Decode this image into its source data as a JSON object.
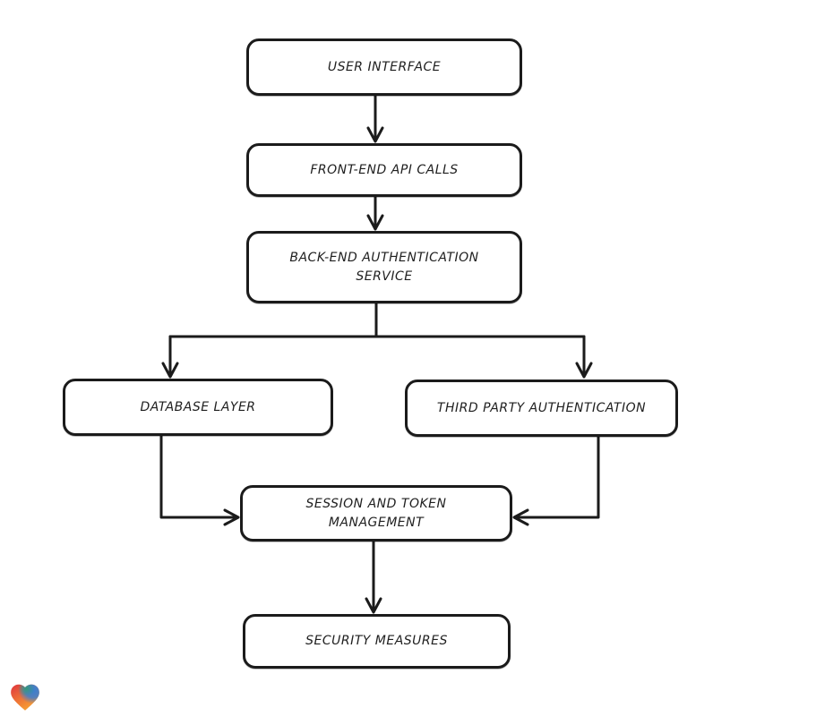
{
  "diagram": {
    "type": "flowchart",
    "direction": "top-down",
    "nodes": [
      {
        "id": "user-interface",
        "label": "USER INTERFACE"
      },
      {
        "id": "front-end-api-calls",
        "label": "FRONT-END API CALLS"
      },
      {
        "id": "back-end-authentication-service",
        "label": "BACK-END AUTHENTICATION SERVICE"
      },
      {
        "id": "database-layer",
        "label": "DATABASE LAYER"
      },
      {
        "id": "third-party-authentication",
        "label": "THIRD PARTY AUTHENTICATION"
      },
      {
        "id": "session-and-token-management",
        "label": "SESSION AND TOKEN MANAGEMENT"
      },
      {
        "id": "security-measures",
        "label": "SECURITY MEASURES"
      }
    ],
    "edges": [
      {
        "from": "user-interface",
        "to": "front-end-api-calls"
      },
      {
        "from": "front-end-api-calls",
        "to": "back-end-authentication-service"
      },
      {
        "from": "back-end-authentication-service",
        "to": "database-layer"
      },
      {
        "from": "back-end-authentication-service",
        "to": "third-party-authentication"
      },
      {
        "from": "database-layer",
        "to": "session-and-token-management"
      },
      {
        "from": "third-party-authentication",
        "to": "session-and-token-management"
      },
      {
        "from": "session-and-token-management",
        "to": "security-measures"
      }
    ],
    "style": {
      "stroke_color": "#1b1b1b",
      "node_fill": "#ffffff",
      "background": "#ffffff"
    }
  },
  "branding": {
    "logo": "lovable-heart-logo",
    "heart_colors": {
      "red": "#e13d3d",
      "blue": "#3b7fd1",
      "green": "#2ea06b",
      "orange": "#f59b33"
    }
  }
}
